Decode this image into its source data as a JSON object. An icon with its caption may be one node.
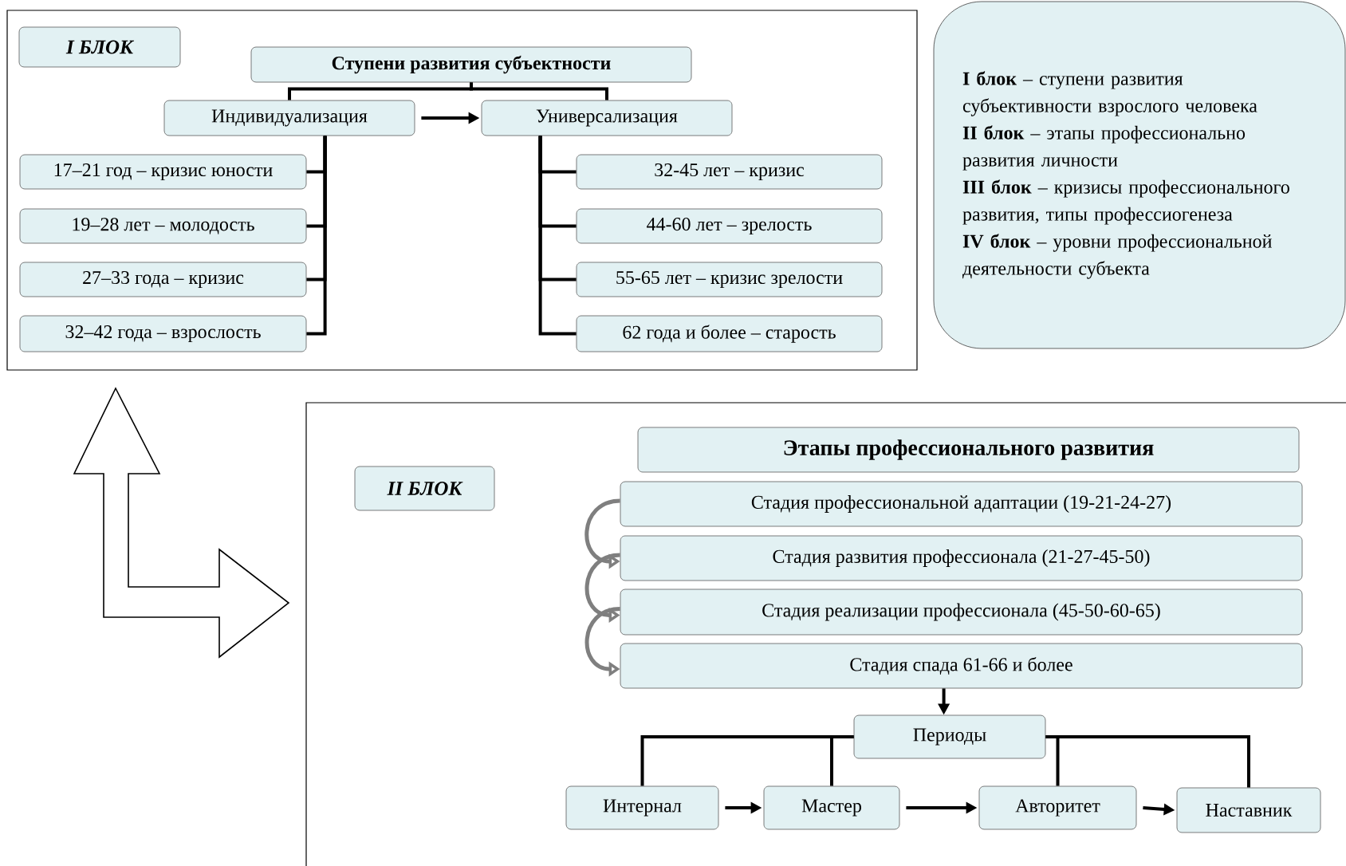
{
  "diagram": {
    "nodes": [
      {
        "text": [],
        "shape": "box"
      },
      {
        "text": [
          "I БЛОК"
        ],
        "in": 0
      },
      {
        "text": [
          "Ступени развития субъектности"
        ],
        "in": 0
      },
      {
        "text": [
          "Индивидуализация"
        ],
        "in": 0
      },
      {
        "text": [
          "Универсализация"
        ],
        "in": 0
      },
      {
        "text": [
          "17–21 год – кризис юности"
        ],
        "in": 0
      },
      {
        "text": [
          "19–28 лет – молодость"
        ],
        "in": 0
      },
      {
        "text": [
          "27–33 года – кризис"
        ],
        "in": 0
      },
      {
        "text": [
          "32–42 года – взрослость"
        ],
        "in": 0
      },
      {
        "text": [
          "32-45 лет – кризис"
        ],
        "in": 0
      },
      {
        "text": [
          "44-60 лет – зрелость"
        ],
        "in": 0
      },
      {
        "text": [
          "55-65 лет – кризис зрелости"
        ],
        "in": 0
      },
      {
        "text": [
          "62 года и более – старость"
        ],
        "in": 0
      },
      {
        "text": [
          "**I блок** – ступени развития субъективности взрослого человека",
          "**II блок** – этапы профессионально развития личности",
          "**III блок** – кризисы профессионального развития, типы профессиогенеза",
          "**IV блок** – уровни профессиональной деятельности субъекта"
        ]
      },
      {
        "text": [],
        "shape": "box"
      },
      {
        "text": [
          "II БЛОК"
        ],
        "in": 14
      },
      {
        "text": [
          "Этапы профессионального развития"
        ],
        "in": 14
      },
      {
        "text": [
          "Стадия профессиональной адаптации (19-21-24-27)"
        ],
        "in": 14
      },
      {
        "text": [
          "Стадия развития профессионала (21-27-45-50)"
        ],
        "in": 14
      },
      {
        "text": [
          "Стадия реализации профессионала (45-50-60-65)"
        ],
        "in": 14
      },
      {
        "text": [
          "Стадия спада 61-66 и более"
        ],
        "in": 14
      },
      {
        "text": [
          "Периоды"
        ],
        "in": 14
      },
      {
        "text": [
          "Интернал"
        ],
        "in": 14
      },
      {
        "text": [
          "Мастер"
        ],
        "in": 14
      },
      {
        "text": [
          "Авторитет"
        ],
        "in": 14
      },
      {
        "text": [
          "Наставник"
        ],
        "in": 14
      }
    ],
    "edges": [
      {
        "from": 2,
        "to": 3,
        "arrow": "none"
      },
      {
        "from": 2,
        "to": 4,
        "arrow": "none"
      },
      {
        "from": 3,
        "to": 4,
        "arrow": "to"
      },
      {
        "from": 3,
        "to": 5,
        "arrow": "none"
      },
      {
        "from": 3,
        "to": 6,
        "arrow": "none"
      },
      {
        "from": 3,
        "to": 7,
        "arrow": "none"
      },
      {
        "from": 3,
        "to": 8,
        "arrow": "none"
      },
      {
        "from": 4,
        "to": 9,
        "arrow": "none"
      },
      {
        "from": 4,
        "to": 10,
        "arrow": "none"
      },
      {
        "from": 4,
        "to": 11,
        "arrow": "none"
      },
      {
        "from": 4,
        "to": 12,
        "arrow": "none"
      },
      {
        "from": 0,
        "to": 14,
        "arrow": "both"
      },
      {
        "from": 17,
        "to": 18,
        "arrow": "to",
        "color": "#7f7f7f"
      },
      {
        "from": 18,
        "to": 19,
        "arrow": "to",
        "color": "#7f7f7f"
      },
      {
        "from": 19,
        "to": 20,
        "arrow": "to",
        "color": "#7f7f7f"
      },
      {
        "from": 20,
        "to": 21,
        "arrow": "to"
      },
      {
        "from": 21,
        "to": 22,
        "arrow": "none"
      },
      {
        "from": 21,
        "to": 23,
        "arrow": "none"
      },
      {
        "from": 21,
        "to": 24,
        "arrow": "none"
      },
      {
        "from": 21,
        "to": 25,
        "arrow": "none"
      },
      {
        "from": 22,
        "to": 23,
        "arrow": "to"
      },
      {
        "from": 23,
        "to": 24,
        "arrow": "to"
      },
      {
        "from": 24,
        "to": 25,
        "arrow": "to"
      }
    ]
  }
}
